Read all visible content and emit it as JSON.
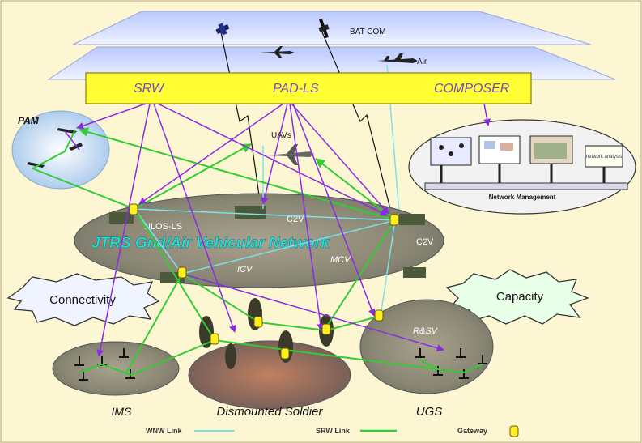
{
  "top_layers": {
    "batcom_label": "BAT COM",
    "air_label": "Air"
  },
  "banner": {
    "srw": "SRW",
    "padls": "PAD-LS",
    "composer": "COMPOSER"
  },
  "pam": {
    "label": "PAM"
  },
  "uav": {
    "label": "UAVs"
  },
  "network_mgmt": {
    "label": "Network Management",
    "screen4_text": "network analysis"
  },
  "ground_network": {
    "title": "JTRS Gnd/Air Vehicular Network",
    "vehicles": [
      "NLOS-LS",
      "C2V",
      "C2V",
      "ICV",
      "MCV"
    ]
  },
  "burst_left": {
    "label": "Connectivity"
  },
  "burst_right": {
    "label": "Capacity"
  },
  "clusters": {
    "ims": "IMS",
    "soldier": "Dismounted Soldier",
    "ugs": "UGS",
    "rsv": "R&SV"
  },
  "legend": {
    "wnw": "WNW Link",
    "srw": "SRW Link",
    "gateway": "Gateway"
  },
  "colors": {
    "background": "#fdf6d3",
    "banner_fill": "#ffff33",
    "banner_text": "#7a45c8",
    "srw_link": "#33cc33",
    "wnw_link": "#7ee0e8",
    "purple_link": "#8a2be2",
    "gateway": "#ffee22",
    "network_title": "#22dddd"
  },
  "icons": [
    "satellite-icon",
    "aircraft-icon",
    "uav-icon",
    "soldier-icon",
    "vehicle-icon",
    "sensor-icon",
    "gateway-icon"
  ]
}
